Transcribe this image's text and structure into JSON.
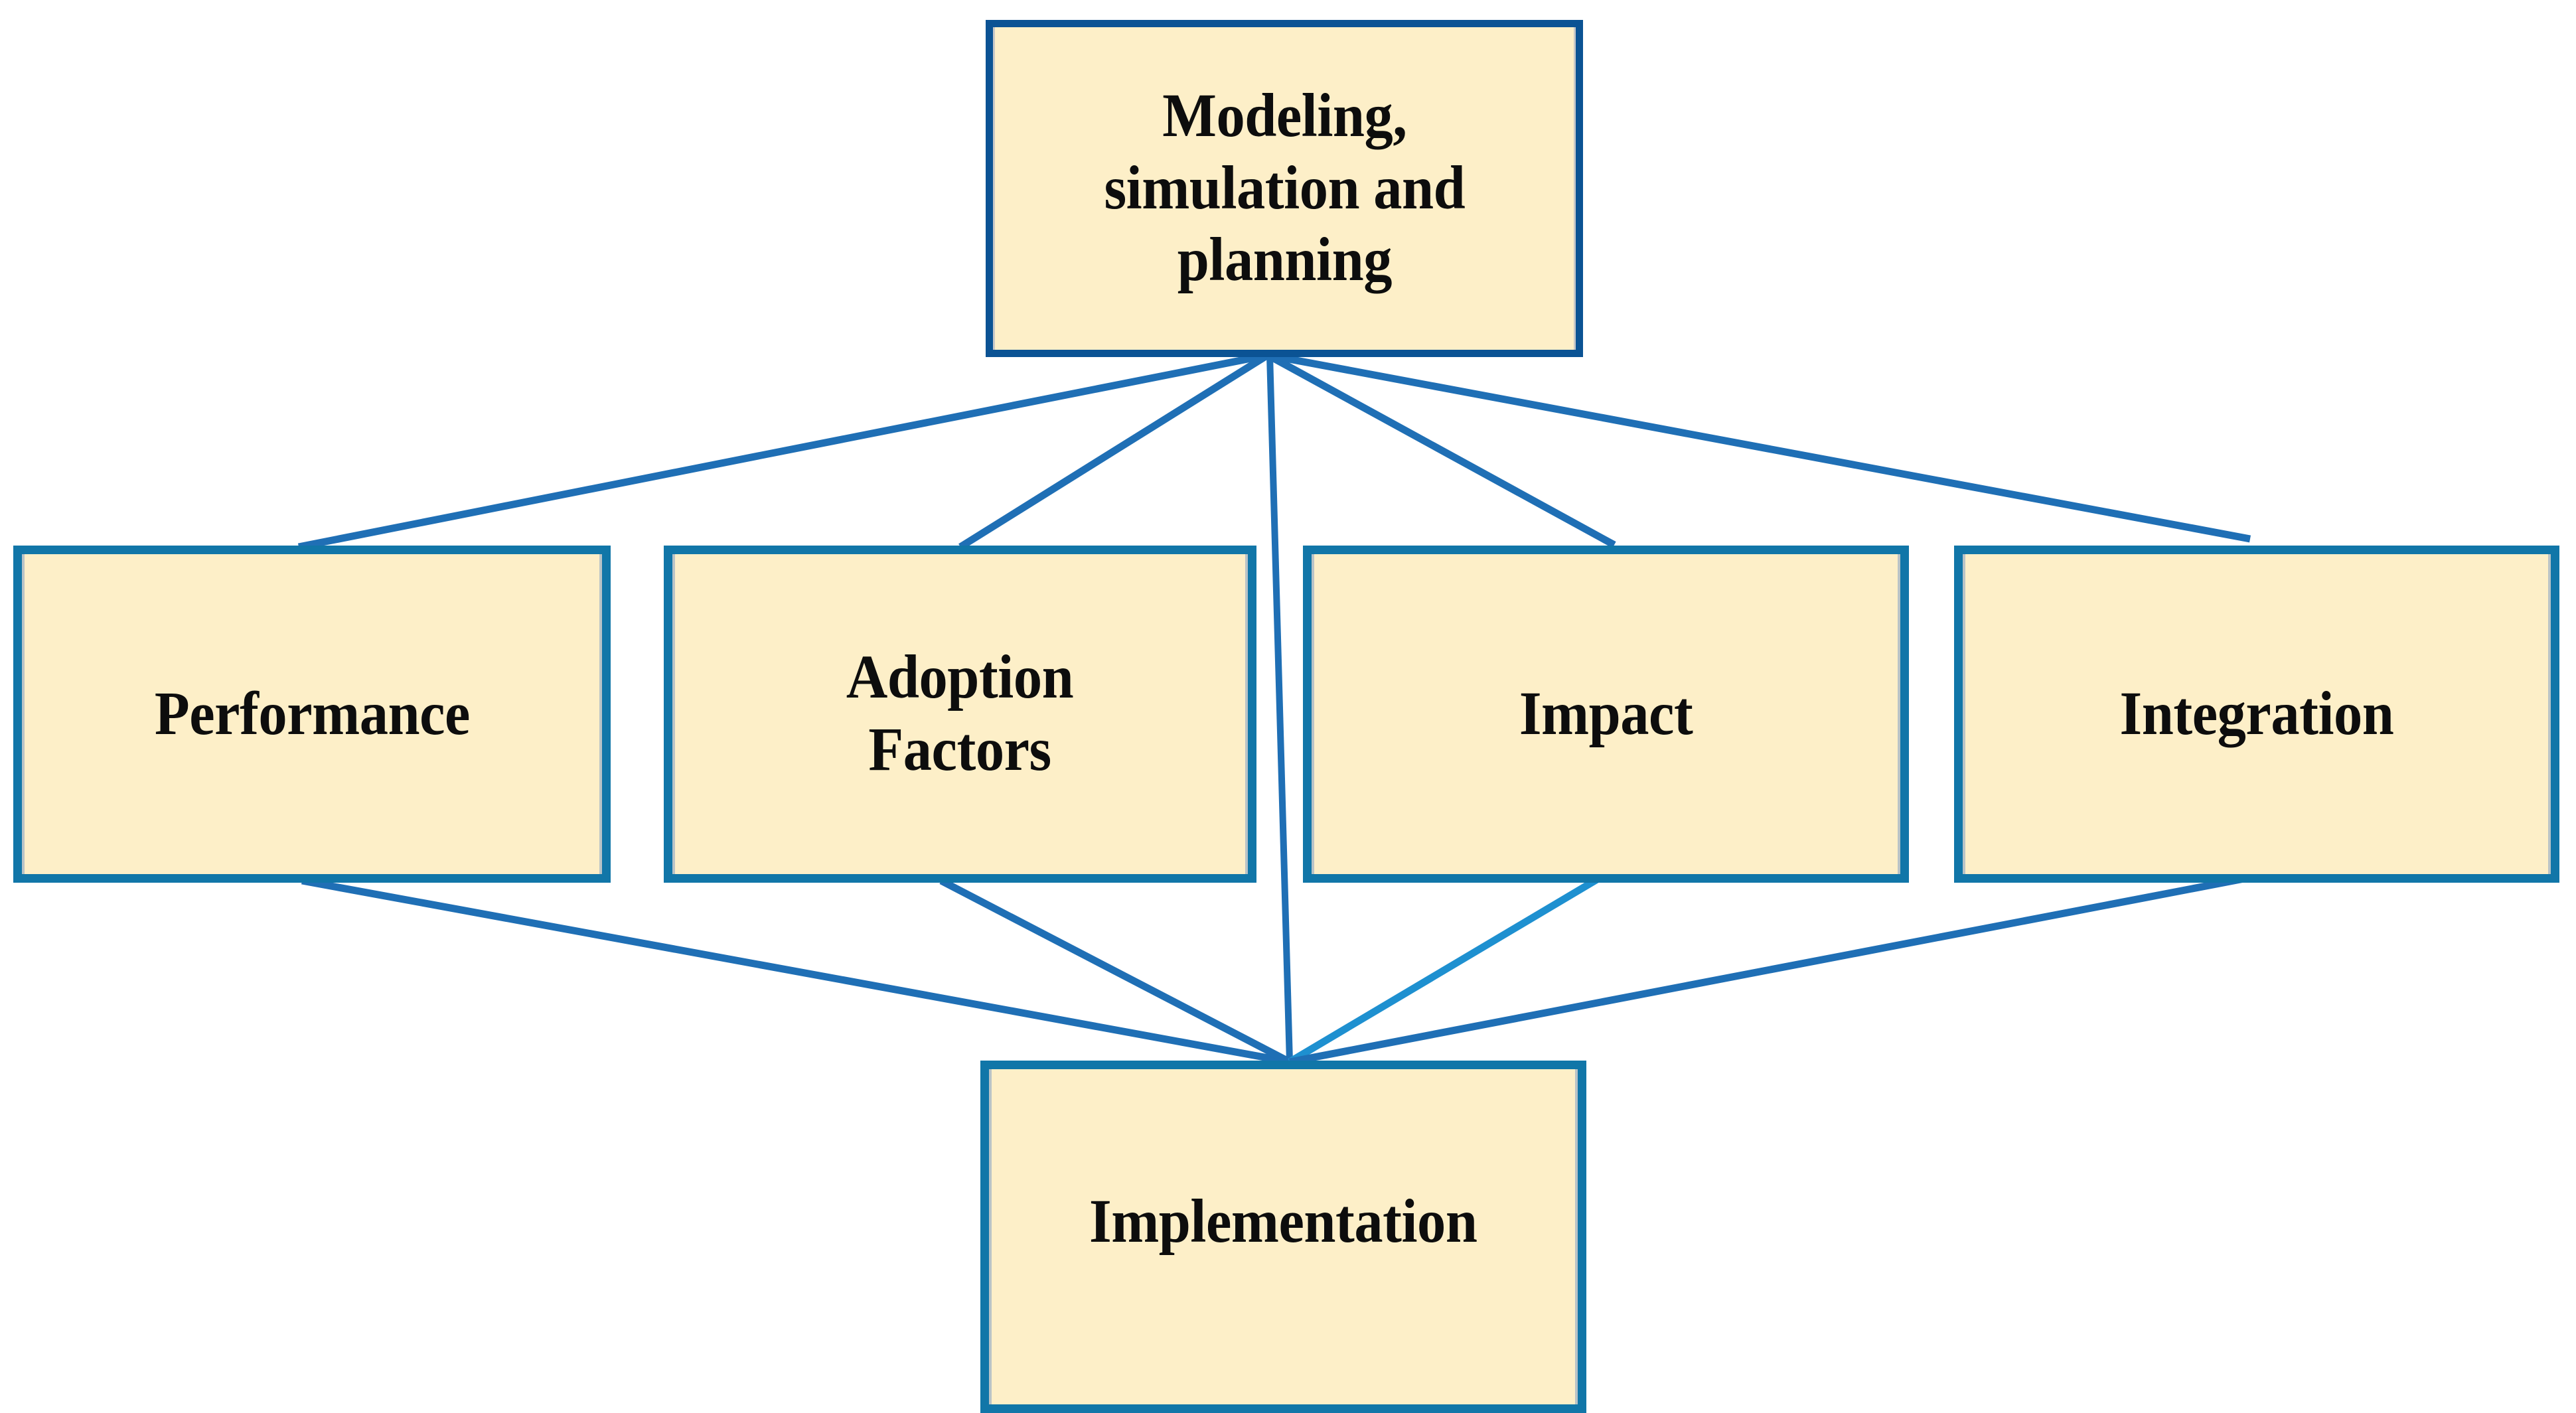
{
  "diagram": {
    "type": "hierarchy-network",
    "background_color": "#FFFFFF",
    "node_fill_color": "#FDEFC8",
    "node_border_color_top": "#0B5394",
    "node_border_color_other": "#1176A8",
    "connector_color": "#1F6FB5",
    "connector_color_light": "#1E90D0",
    "nodes": {
      "top": {
        "label": "Modeling,\nsimulation and\nplanning"
      },
      "middle": [
        {
          "label": "Performance"
        },
        {
          "label": "Adoption\nFactors"
        },
        {
          "label": "Impact"
        },
        {
          "label": "Integration"
        }
      ],
      "bottom": {
        "label": "Implementation"
      }
    },
    "connectors": [
      {
        "from": "top",
        "to": "performance"
      },
      {
        "from": "top",
        "to": "adoption-factors"
      },
      {
        "from": "top",
        "to": "impact"
      },
      {
        "from": "top",
        "to": "integration"
      },
      {
        "from": "top",
        "to": "implementation"
      },
      {
        "from": "performance",
        "to": "implementation"
      },
      {
        "from": "adoption-factors",
        "to": "implementation"
      },
      {
        "from": "impact",
        "to": "implementation"
      },
      {
        "from": "integration",
        "to": "implementation"
      }
    ]
  }
}
